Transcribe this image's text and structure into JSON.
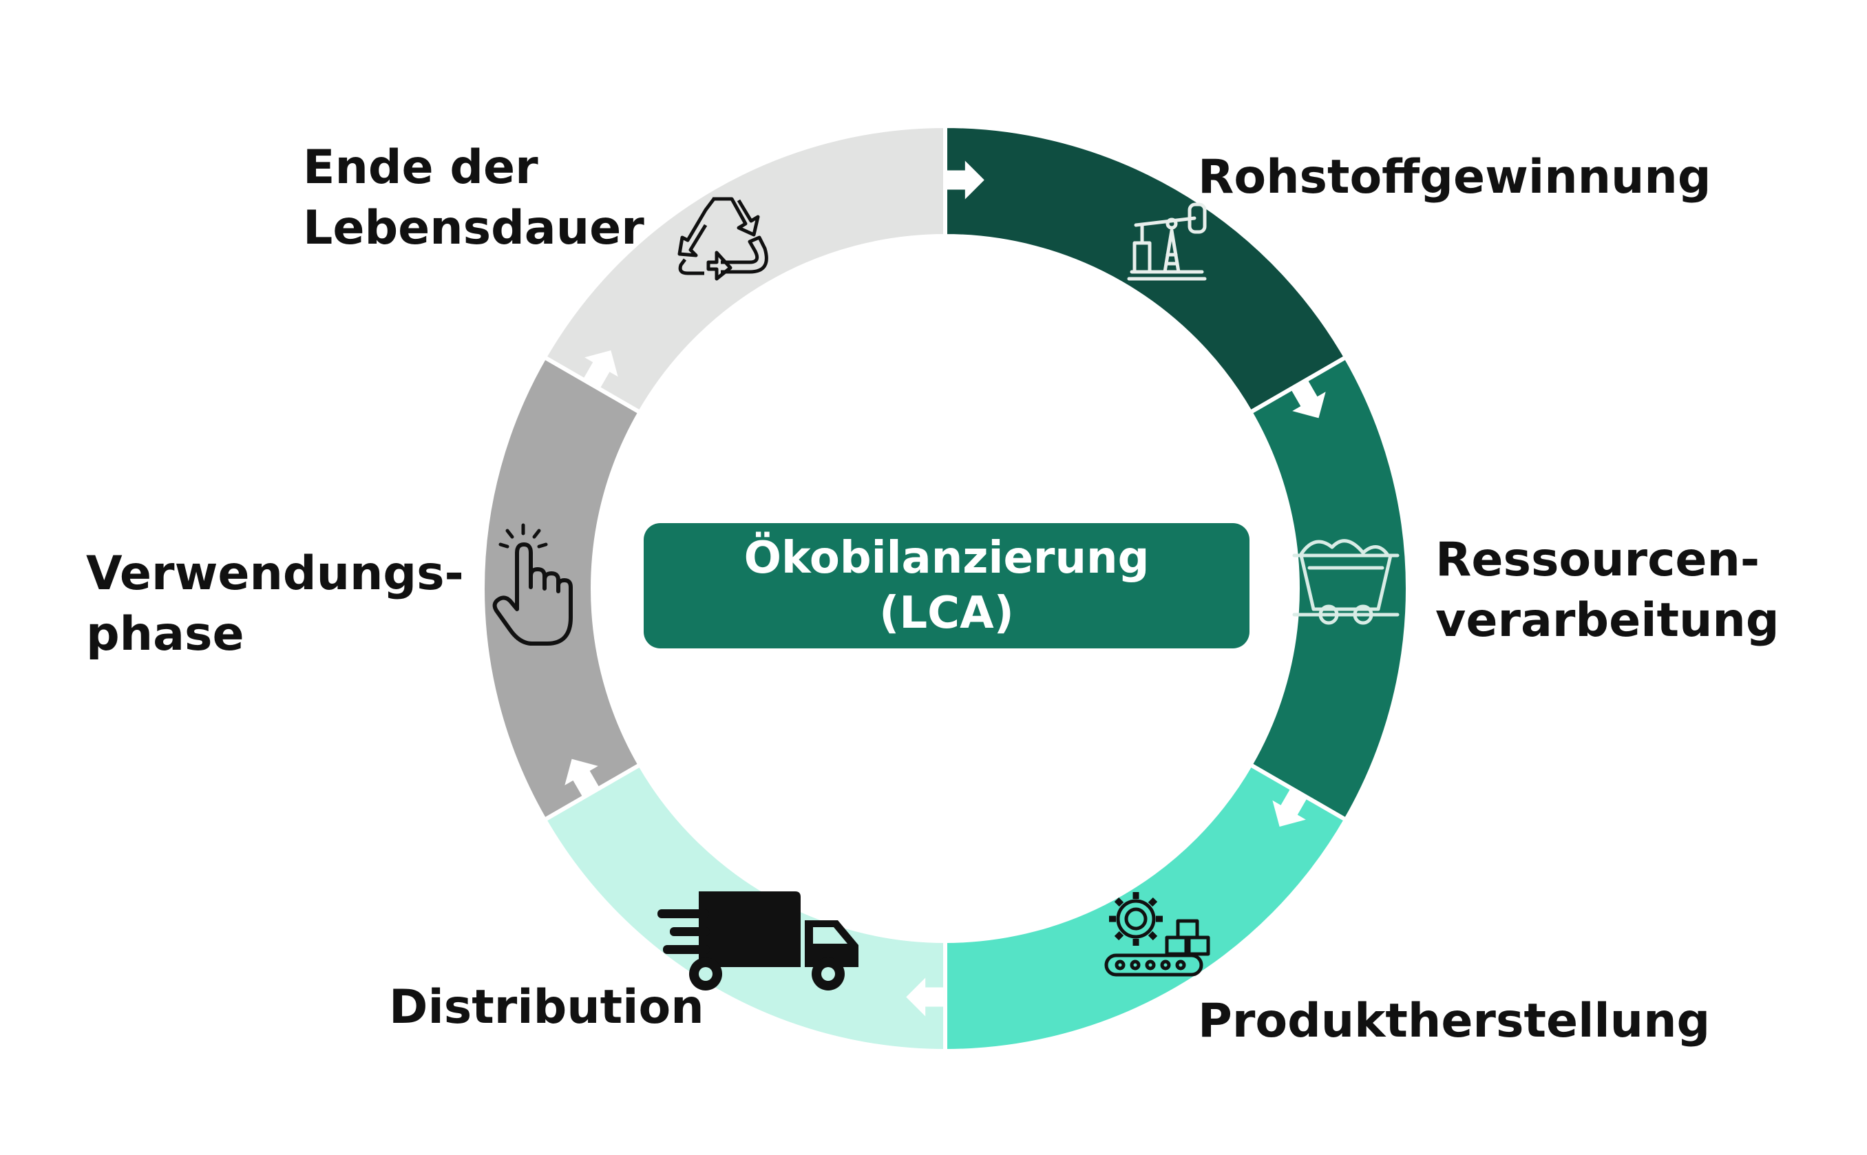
{
  "center": {
    "line1": "Ökobilanzierung",
    "line2": "(LCA)"
  },
  "phases": [
    {
      "id": "rohstoff",
      "line1": "Rohstoffgewinnung",
      "line2": "",
      "color": "#0f4e41",
      "icon": "oil-pump-icon"
    },
    {
      "id": "ressourcen",
      "line1": "Ressourcen-",
      "line2": "verarbeitung",
      "color": "#13765f",
      "icon": "mine-cart-icon"
    },
    {
      "id": "produkt",
      "line1": "Produktherstellung",
      "line2": "",
      "color": "#55e3c6",
      "icon": "gear-conveyor-icon"
    },
    {
      "id": "distribution",
      "line1": "Distribution",
      "line2": "",
      "color": "#c4f4e8",
      "icon": "delivery-truck-icon"
    },
    {
      "id": "verwendung",
      "line1": "Verwendungs-",
      "line2": "phase",
      "color": "#a8a8a8",
      "icon": "hand-pointer-icon"
    },
    {
      "id": "ende",
      "line1": "Ende der",
      "line2": "Lebensdauer",
      "color": "#e2e3e2",
      "icon": "recycle-icon"
    }
  ]
}
